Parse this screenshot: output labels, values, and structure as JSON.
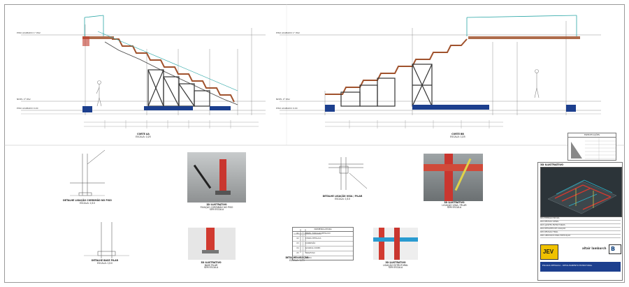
{
  "drawing": {
    "view_left_label": "CORTE AA",
    "view_left_scale": "ESCALA: 1/25",
    "view_right_label": "CORTE BB",
    "view_right_scale": "ESCALA: 1/25",
    "level_top_left": "PISO ACABADO 1° PAV.",
    "level_mid_left": "NIVEL 1º PAV.",
    "level_base_left": "PISO ACABADO 0.00",
    "level_top_right": "PISO ACABADO 1° PAV.",
    "level_mid_right": "NIVEL 1º PAV.",
    "level_base_right": "PISO ACABADO 0.00"
  },
  "details": [
    {
      "caption": "DETALHE LIGAÇÃO CORRIMÃO NO PISO",
      "scale": "ESCALA: 1/10"
    },
    {
      "caption": "3D ILUSTRATIVO",
      "scale": "FIXAÇÃO CORRIMÃO NO PISO",
      "note": "SEM ESCALA"
    },
    {
      "caption": "DETALHE LIGAÇÃO VIGA / PILAR",
      "scale": "ESCALA: 1/10"
    },
    {
      "caption": "3D ILUSTRATIVO",
      "scale": "LIGAÇÃO VIGA / PILAR",
      "note": "SEM ESCALA"
    },
    {
      "caption": "DETALHE BASE PILAR",
      "scale": "ESCALA: 1/10"
    },
    {
      "caption": "3D ILUSTRATIVO",
      "scale": "BASE PILAR",
      "note": "SEM ESCALA"
    },
    {
      "caption": "DETALHE LIGAÇÃO",
      "scale": "ESCALA: 1/10"
    },
    {
      "caption": "3D ILUSTRATIVO",
      "scale": "LIGAÇÃO ESTRUTURAL",
      "note": "SEM ESCALA"
    }
  ],
  "notes_table": {
    "title": "NOMENCLATURA",
    "rows": [
      {
        "code": "01",
        "text": "PERFIL TUBULAR METÁLICO"
      },
      {
        "code": "02",
        "text": "CHAPA METÁLICA"
      },
      {
        "code": "03",
        "text": "CORRIMÃO"
      },
      {
        "code": "04",
        "text": "GUARDA-CORPO"
      },
      {
        "code": "05",
        "text": "PARAFUSO"
      },
      {
        "code": "06",
        "text": "SOLDA"
      }
    ]
  },
  "spec_table": {
    "title": "ESPECIFICAÇÕES"
  },
  "title_block": {
    "heading": "3D ILUSTRATIVO",
    "company_logo": "JEV",
    "company_mark": "B",
    "company_name": "altair lambarch",
    "revisions": [
      "R01 EMISSÃO INICIAL",
      "R02 REVISÃO GERAL",
      "R03 AJUSTES ESTRUTURAIS",
      "R04 DETALHES DE LIGAÇÃO",
      "R05 REVISÃO FINAL",
      "R06 APROVADO PARA EXECUÇÃO"
    ],
    "strip_text": "ESCADA METÁLICA - DETALHAMENTO ESTRUTURAL"
  },
  "colors": {
    "steel_brown": "#a0522d",
    "rail_teal": "#2aa6a6",
    "structure_dark": "#333333",
    "detail_red": "#d02a2a",
    "blue_floor": "#1c3f8e"
  }
}
